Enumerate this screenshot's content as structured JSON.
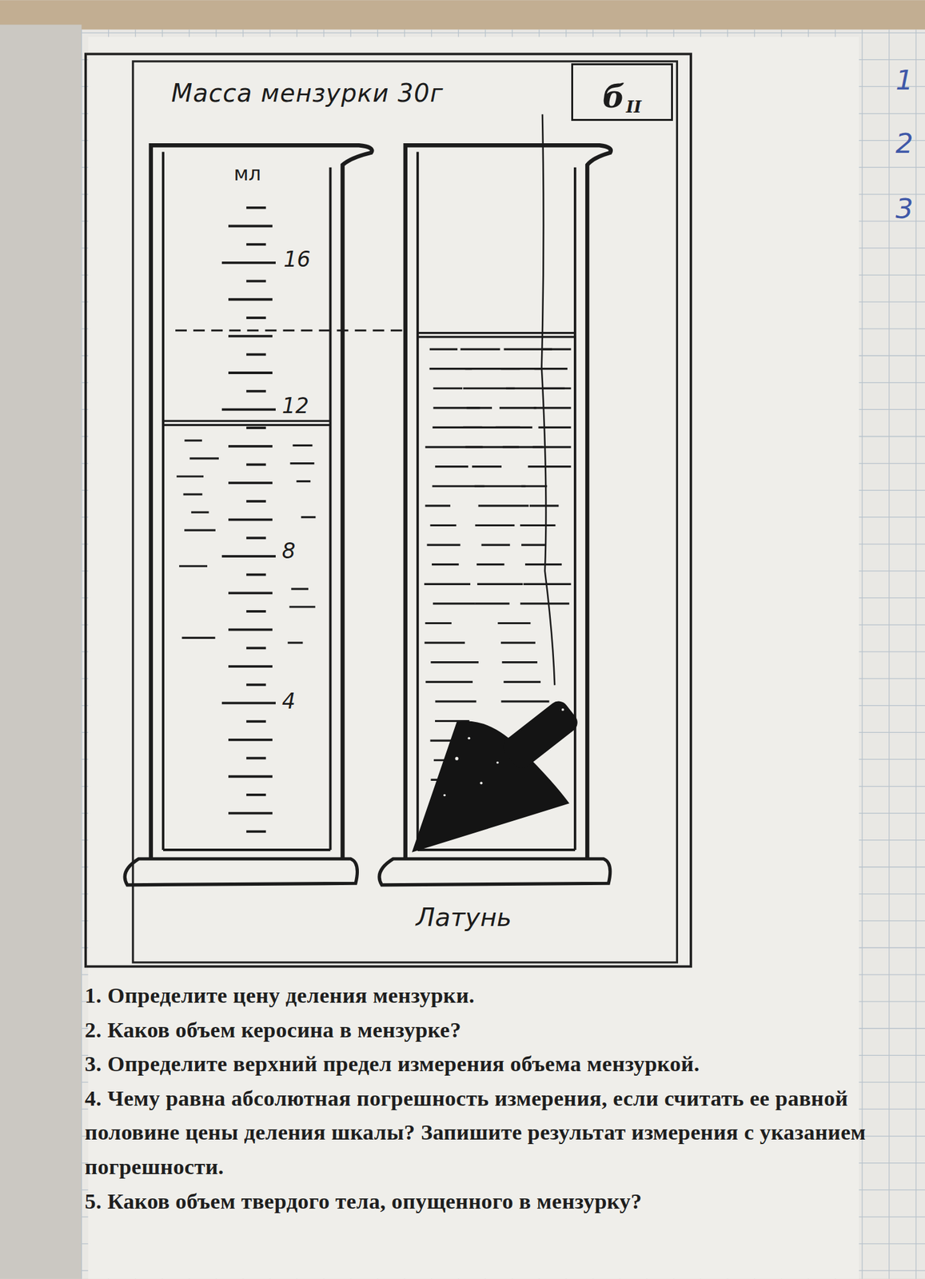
{
  "diagram": {
    "title": "Масса мензурки 30г",
    "nodes": [
      {
        "text": [
          "б",
          "II"
        ]
      }
    ],
    "labels": [
      "мл",
      "16",
      "12",
      "8",
      "4",
      "Латунь",
      "1. Определите цену деления мензурки.",
      "2. Каков объем керосина в мензурке?",
      "3. Определите верхний предел измерения объема мензуркой.",
      "4. Чему равна абсолютная погрешность измерения, если считать ее равной половине цены деления шкалы? Запишите результат измерения с указанием погрешности.",
      "5. Каков объем твердого тела, опущенного в мензурку?",
      "1",
      "2",
      "3"
    ]
  }
}
